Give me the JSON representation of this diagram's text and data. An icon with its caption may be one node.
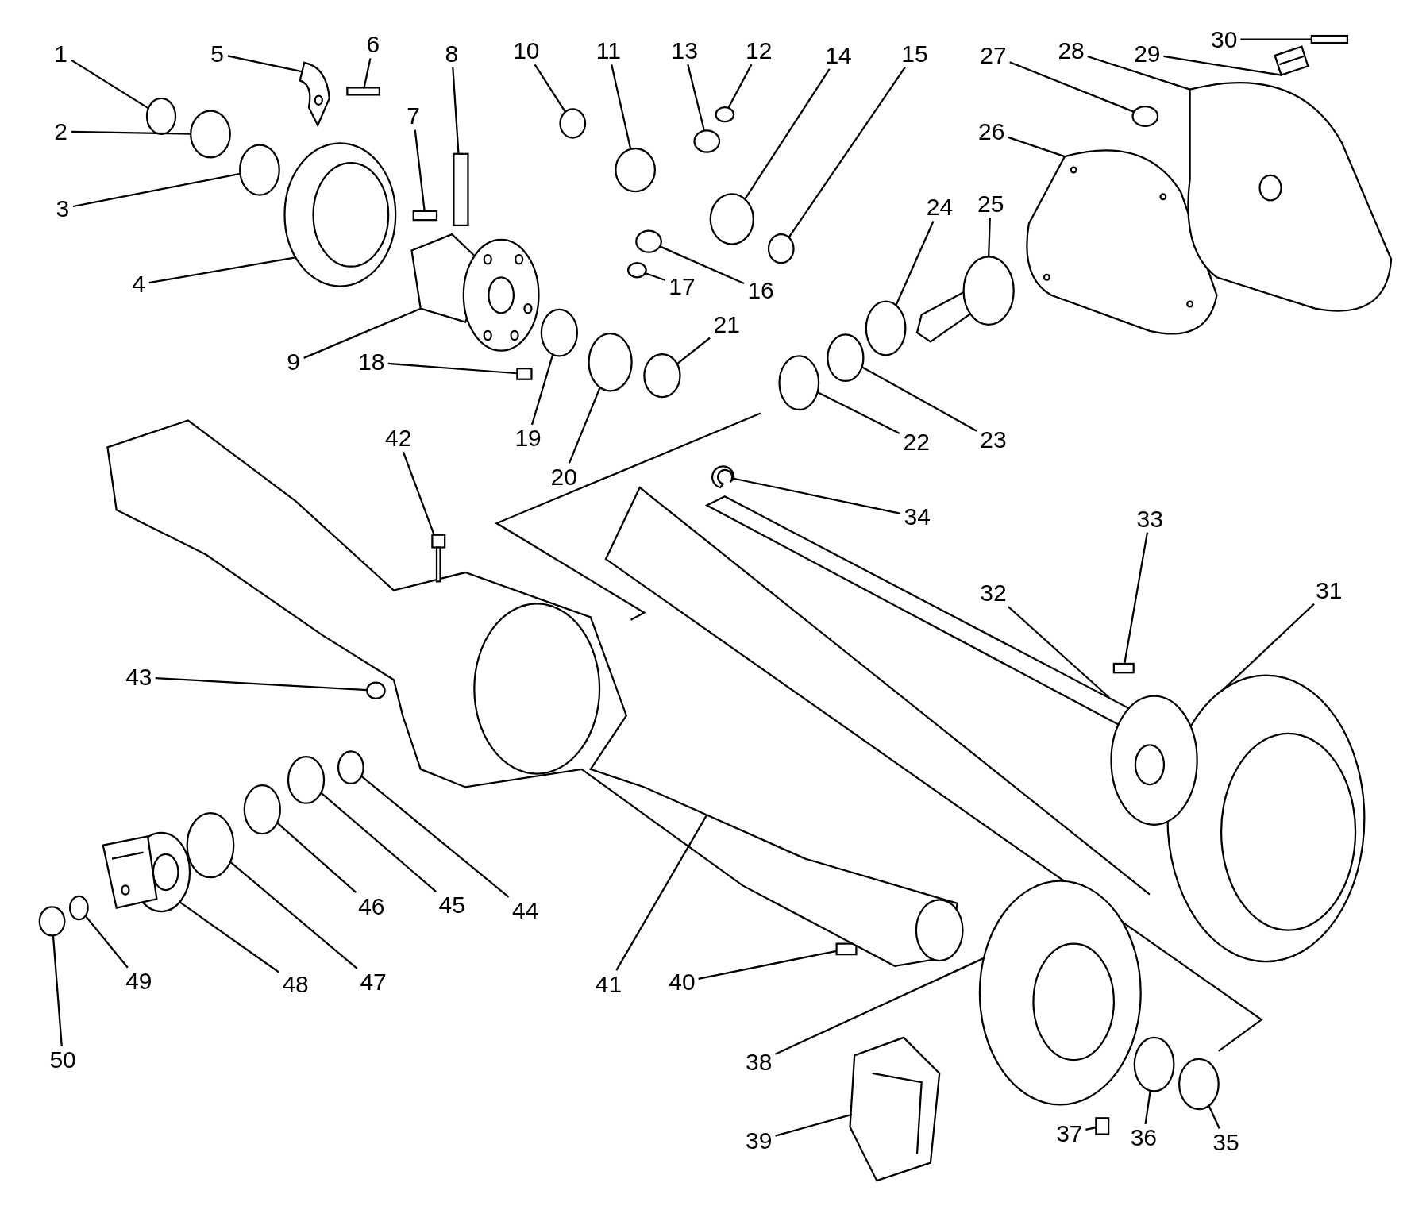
{
  "diagram": {
    "nodes": [
      {
        "text": [
          "1"
        ]
      },
      {
        "text": [
          "2"
        ]
      },
      {
        "text": [
          "3"
        ]
      },
      {
        "text": [
          "4"
        ]
      },
      {
        "text": [
          "5"
        ]
      },
      {
        "text": [
          "6"
        ]
      },
      {
        "text": [
          "7"
        ]
      },
      {
        "text": [
          "8"
        ]
      },
      {
        "text": [
          "9"
        ]
      },
      {
        "text": [
          "10"
        ]
      },
      {
        "text": [
          "11"
        ]
      },
      {
        "text": [
          "12"
        ]
      },
      {
        "text": [
          "13"
        ]
      },
      {
        "text": [
          "14"
        ]
      },
      {
        "text": [
          "15"
        ]
      },
      {
        "text": [
          "16"
        ]
      },
      {
        "text": [
          "17"
        ]
      },
      {
        "text": [
          "18"
        ]
      },
      {
        "text": [
          "19"
        ]
      },
      {
        "text": [
          "20"
        ]
      },
      {
        "text": [
          "21"
        ]
      },
      {
        "text": [
          "22"
        ]
      },
      {
        "text": [
          "23"
        ]
      },
      {
        "text": [
          "24"
        ]
      },
      {
        "text": [
          "25"
        ]
      },
      {
        "text": [
          "26"
        ]
      },
      {
        "text": [
          "27"
        ]
      },
      {
        "text": [
          "28"
        ]
      },
      {
        "text": [
          "29"
        ]
      },
      {
        "text": [
          "30"
        ]
      },
      {
        "text": [
          "31"
        ]
      },
      {
        "text": [
          "32"
        ]
      },
      {
        "text": [
          "33"
        ]
      },
      {
        "text": [
          "34"
        ]
      },
      {
        "text": [
          "35"
        ]
      },
      {
        "text": [
          "36"
        ]
      },
      {
        "text": [
          "37"
        ]
      },
      {
        "text": [
          "38"
        ]
      },
      {
        "text": [
          "39"
        ]
      },
      {
        "text": [
          "40"
        ]
      },
      {
        "text": [
          "41"
        ]
      },
      {
        "text": [
          "42"
        ]
      },
      {
        "text": [
          "43"
        ]
      },
      {
        "text": [
          "44"
        ]
      },
      {
        "text": [
          "45"
        ]
      },
      {
        "text": [
          "46"
        ]
      },
      {
        "text": [
          "47"
        ]
      },
      {
        "text": [
          "48"
        ]
      },
      {
        "text": [
          "49"
        ]
      },
      {
        "text": [
          "50"
        ]
      },
      {
        "text": [],
        "shape": "circle"
      },
      {
        "text": [],
        "shape": "circle"
      },
      {
        "text": [],
        "shape": "circle"
      },
      {
        "text": [],
        "shape": "picture"
      },
      {
        "text": [],
        "shape": "picture"
      },
      {
        "text": [],
        "shape": "box"
      },
      {
        "text": [],
        "shape": "box"
      },
      {
        "text": [],
        "shape": "box"
      },
      {
        "text": [],
        "shape": "picture"
      },
      {
        "text": [],
        "shape": "circle"
      },
      {
        "text": [],
        "shape": "circle"
      },
      {
        "text": [],
        "shape": "circle"
      },
      {
        "text": [],
        "shape": "circle"
      },
      {
        "text": [],
        "shape": "circle"
      },
      {
        "text": [],
        "shape": "circle"
      },
      {
        "text": [],
        "shape": "circle"
      },
      {
        "text": [],
        "shape": "circle"
      },
      {
        "text": [],
        "shape": "box"
      },
      {
        "text": [],
        "shape": "circle"
      },
      {
        "text": [],
        "shape": "circle"
      },
      {
        "text": [],
        "shape": "circle"
      },
      {
        "text": [],
        "shape": "circle"
      },
      {
        "text": [],
        "shape": "circle"
      },
      {
        "text": [],
        "shape": "circle"
      },
      {
        "text": [],
        "shape": "picture"
      },
      {
        "text": [],
        "shape": "picture"
      },
      {
        "text": [],
        "shape": "circle"
      },
      {
        "text": [],
        "shape": "picture"
      },
      {
        "text": [],
        "shape": "picture"
      },
      {
        "text": [],
        "shape": "box"
      },
      {
        "text": [],
        "shape": "picture"
      },
      {
        "text": [],
        "shape": "picture"
      },
      {
        "text": [],
        "shape": "box"
      },
      {
        "text": [],
        "shape": "picture"
      },
      {
        "text": [],
        "shape": "circle"
      },
      {
        "text": [],
        "shape": "circle"
      },
      {
        "text": [],
        "shape": "box"
      },
      {
        "text": [],
        "shape": "picture"
      },
      {
        "text": [],
        "shape": "picture"
      },
      {
        "text": [],
        "shape": "box"
      },
      {
        "text": [],
        "shape": "picture"
      },
      {
        "text": [],
        "shape": "picture"
      },
      {
        "text": [],
        "shape": "circle"
      },
      {
        "text": [],
        "shape": "circle"
      },
      {
        "text": [],
        "shape": "circle"
      },
      {
        "text": [],
        "shape": "circle"
      },
      {
        "text": [],
        "shape": "circle"
      },
      {
        "text": [],
        "shape": "picture"
      },
      {
        "text": [],
        "shape": "circle"
      },
      {
        "text": [],
        "shape": "circle"
      }
    ],
    "edges": [
      {
        "from": 0,
        "to": 50,
        "arrow": "none"
      },
      {
        "from": 1,
        "to": 51,
        "arrow": "none"
      },
      {
        "from": 2,
        "to": 52,
        "arrow": "none"
      },
      {
        "from": 3,
        "to": 53,
        "arrow": "none"
      },
      {
        "from": 4,
        "to": 54,
        "arrow": "none"
      },
      {
        "from": 5,
        "to": 55,
        "arrow": "none"
      },
      {
        "from": 6,
        "to": 56,
        "arrow": "none"
      },
      {
        "from": 7,
        "to": 57,
        "arrow": "none"
      },
      {
        "from": 8,
        "to": 58,
        "arrow": "none"
      },
      {
        "from": 9,
        "to": 59,
        "arrow": "none"
      },
      {
        "from": 10,
        "to": 60,
        "arrow": "none"
      },
      {
        "from": 11,
        "to": 61,
        "arrow": "none"
      },
      {
        "from": 12,
        "to": 62,
        "arrow": "none"
      },
      {
        "from": 13,
        "to": 63,
        "arrow": "none"
      },
      {
        "from": 14,
        "to": 64,
        "arrow": "none"
      },
      {
        "from": 15,
        "to": 65,
        "arrow": "none"
      },
      {
        "from": 16,
        "to": 66,
        "arrow": "none"
      },
      {
        "from": 17,
        "to": 67,
        "arrow": "none"
      },
      {
        "from": 18,
        "to": 68,
        "arrow": "none"
      },
      {
        "from": 19,
        "to": 69,
        "arrow": "none"
      },
      {
        "from": 20,
        "to": 70,
        "arrow": "none"
      },
      {
        "from": 21,
        "to": 71,
        "arrow": "none"
      },
      {
        "from": 22,
        "to": 72,
        "arrow": "none"
      },
      {
        "from": 23,
        "to": 73,
        "arrow": "none"
      },
      {
        "from": 24,
        "to": 74,
        "arrow": "none"
      },
      {
        "from": 25,
        "to": 75,
        "arrow": "none"
      },
      {
        "from": 26,
        "to": 76,
        "arrow": "none"
      },
      {
        "from": 27,
        "to": 77,
        "arrow": "none"
      },
      {
        "from": 28,
        "to": 78,
        "arrow": "none"
      },
      {
        "from": 29,
        "to": 79,
        "arrow": "none"
      },
      {
        "from": 30,
        "to": 80,
        "arrow": "none"
      },
      {
        "from": 31,
        "to": 81,
        "arrow": "none"
      },
      {
        "from": 32,
        "to": 82,
        "arrow": "none"
      },
      {
        "from": 33,
        "to": 83,
        "arrow": "none"
      },
      {
        "from": 34,
        "to": 84,
        "arrow": "none"
      },
      {
        "from": 35,
        "to": 85,
        "arrow": "none"
      },
      {
        "from": 36,
        "to": 86,
        "arrow": "none"
      },
      {
        "from": 37,
        "to": 87,
        "arrow": "none"
      },
      {
        "from": 38,
        "to": 88,
        "arrow": "none"
      },
      {
        "from": 39,
        "to": 89,
        "arrow": "none"
      },
      {
        "from": 40,
        "to": 90,
        "arrow": "none"
      },
      {
        "from": 41,
        "to": 91,
        "arrow": "none"
      },
      {
        "from": 42,
        "to": 92,
        "arrow": "none"
      },
      {
        "from": 43,
        "to": 93,
        "arrow": "none"
      },
      {
        "from": 44,
        "to": 94,
        "arrow": "none"
      },
      {
        "from": 45,
        "to": 95,
        "arrow": "none"
      },
      {
        "from": 46,
        "to": 96,
        "arrow": "none"
      },
      {
        "from": 47,
        "to": 97,
        "arrow": "none"
      },
      {
        "from": 48,
        "to": 98,
        "arrow": "none"
      },
      {
        "from": 49,
        "to": 99,
        "arrow": "none"
      }
    ]
  }
}
